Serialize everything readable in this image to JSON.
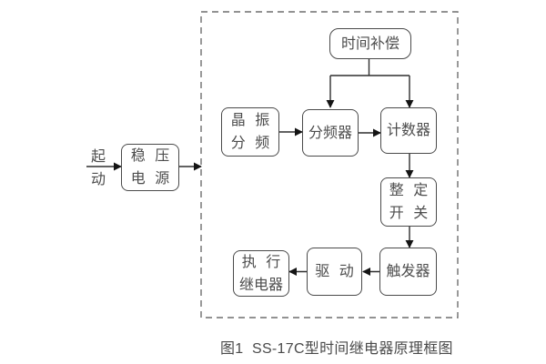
{
  "diagram": {
    "caption": "图1  SS-17C型时间继电器原理框图",
    "input_label": {
      "lines": [
        "起",
        "动"
      ]
    },
    "blocks": {
      "power": {
        "lines": [
          "稳 压",
          "电 源"
        ]
      },
      "crystal": {
        "lines": [
          "晶 振",
          "分 频"
        ]
      },
      "compensation": {
        "lines": [
          "时间补偿"
        ]
      },
      "divider": {
        "lines": [
          "分频器"
        ]
      },
      "counter": {
        "lines": [
          "计数器"
        ]
      },
      "setting": {
        "lines": [
          "整 定",
          "开 关"
        ]
      },
      "trigger": {
        "lines": [
          "触发器"
        ]
      },
      "drive": {
        "lines": [
          "驱 动"
        ]
      },
      "relay": {
        "lines": [
          "执 行",
          "继电器"
        ]
      }
    },
    "colors": {
      "background": "#ffffff",
      "box_border": "#4a4a4a",
      "text": "#4d4d4d",
      "connector": "#2e2e2e",
      "arrowhead": "#141414",
      "dashed_frame": "#6e6e6e"
    }
  }
}
